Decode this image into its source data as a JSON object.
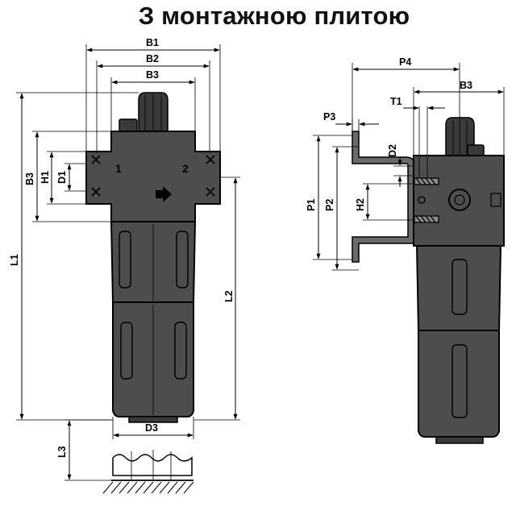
{
  "title": "З монтажною плитою",
  "dims": {
    "B1": "B1",
    "B2": "B2",
    "B3": "B3",
    "H1": "H1",
    "D1": "D1",
    "L1": "L1",
    "L2": "L2",
    "D3": "D3",
    "L3": "L3",
    "P1": "P1",
    "P2": "P2",
    "P3": "P3",
    "P4": "P4",
    "T1": "T1",
    "D2": "D2",
    "H2": "H2"
  },
  "ports": {
    "inlet": "1",
    "outlet": "2"
  },
  "icons": {
    "flow": "flow-arrow-icon",
    "gauge": "gauge-port-icon"
  }
}
